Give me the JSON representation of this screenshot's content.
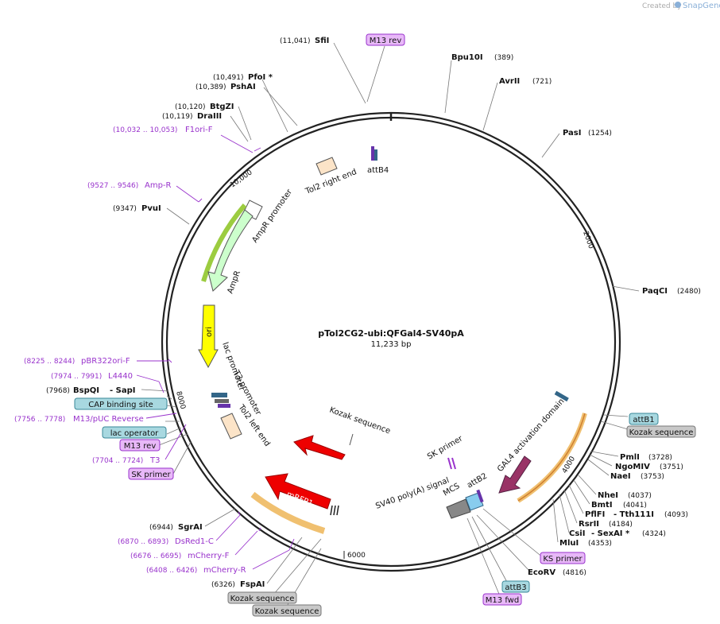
{
  "credit": {
    "text": "Created by",
    "brand": "SnapGene"
  },
  "plasmid": {
    "name": "pTol2CG2-ubi:QFGal4-SV40pA",
    "size": "11,233 bp"
  },
  "ticks": [
    "2000",
    "4000",
    "6000",
    "8000",
    "10,000"
  ],
  "enzymes": [
    {
      "name": "SfiI",
      "pos": "(11,041)"
    },
    {
      "name": "PfoI *",
      "pos": "(10,491)"
    },
    {
      "name": "PshAI",
      "pos": "(10,389)"
    },
    {
      "name": "BtgZI",
      "pos": "(10,120)"
    },
    {
      "name": "DraIII",
      "pos": "(10,119)"
    },
    {
      "name": "PvuI",
      "pos": "(9347)"
    },
    {
      "name": "BspQI",
      "pos": "(7968)"
    },
    {
      "name": "- SapI",
      "pos": ""
    },
    {
      "name": "SgrAI",
      "pos": "(6944)"
    },
    {
      "name": "FspAI",
      "pos": "(6326)"
    },
    {
      "name": "Bpu10I",
      "pos": "(389)"
    },
    {
      "name": "AvrII",
      "pos": "(721)"
    },
    {
      "name": "PasI",
      "pos": "(1254)"
    },
    {
      "name": "PaqCI",
      "pos": "(2480)"
    },
    {
      "name": "PmlI",
      "pos": "(3728)"
    },
    {
      "name": "NgoMIV",
      "pos": "(3751)"
    },
    {
      "name": "NaeI",
      "pos": "(3753)"
    },
    {
      "name": "NheI",
      "pos": "(4037)"
    },
    {
      "name": "BmtI",
      "pos": "(4041)"
    },
    {
      "name": "PflFI",
      "pos": ""
    },
    {
      "name": "- Tth111I",
      "pos": "(4093)"
    },
    {
      "name": "RsrII",
      "pos": "(4184)"
    },
    {
      "name": "CsiI",
      "pos": ""
    },
    {
      "name": "- SexAI *",
      "pos": "(4324)"
    },
    {
      "name": "MluI",
      "pos": "(4353)"
    },
    {
      "name": "EcoRV",
      "pos": "(4816)"
    }
  ],
  "primers": [
    {
      "name": "F1ori-F",
      "pos": "(10,032 .. 10,053)"
    },
    {
      "name": "Amp-R",
      "pos": "(9527 .. 9546)"
    },
    {
      "name": "pBR322ori-F",
      "pos": "(8225 .. 8244)"
    },
    {
      "name": "L4440",
      "pos": "(7974 .. 7991)"
    },
    {
      "name": "M13/pUC Reverse",
      "pos": "(7756 .. 7778)"
    },
    {
      "name": "T3",
      "pos": "(7704 .. 7724)"
    },
    {
      "name": "DsRed1-C",
      "pos": "(6870 .. 6893)"
    },
    {
      "name": "mCherry-F",
      "pos": "(6676 .. 6695)"
    },
    {
      "name": "mCherry-R",
      "pos": "(6408 .. 6426)"
    }
  ],
  "boxed": {
    "m13rev_top": "M13 rev",
    "cap": "CAP binding site",
    "lacop": "lac operator",
    "m13rev_left": "M13 rev",
    "skprimer_left": "SK primer",
    "attb1": "attB1",
    "kozak_right": "Kozak sequence",
    "ksprimer": "KS primer",
    "attb3": "attB3",
    "m13fwd": "M13 fwd",
    "kozak_b1": "Kozak sequence",
    "kozak_b2": "Kozak sequence"
  },
  "features": {
    "tol2right": "Tol2 right end",
    "attb4": "attB4",
    "ampr_promoter": "AmpR promoter",
    "ampr": "AmpR",
    "ori": "ori",
    "lac_promoter": "lac promoter",
    "t3_promoter": "T3 promoter",
    "tol2left": "Tol2 left end",
    "kozak_inner": "Kozak sequence",
    "mrfp1_a": "mRFP1",
    "mrfp1_b": "mRFP1",
    "sk_primer_inner": "SK primer",
    "gal4": "GAL4 activation domain",
    "mcs": "MCS",
    "attb2": "attB2",
    "sv40": "SV40 poly(A) signal"
  },
  "colors": {
    "backbone": "#222222",
    "primer": "#9933cc",
    "ampr_fill": "#ccffcc",
    "ori_fill": "#ffff00",
    "mrfp1_fill": "#ee0000",
    "gal4_fill": "#993366",
    "halo": "#f0c070",
    "box_blue": "#a8d8e0",
    "box_pink": "#e8b8f8",
    "box_gray": "#c8c8c8",
    "tol2_fill": "#fce4c8"
  }
}
